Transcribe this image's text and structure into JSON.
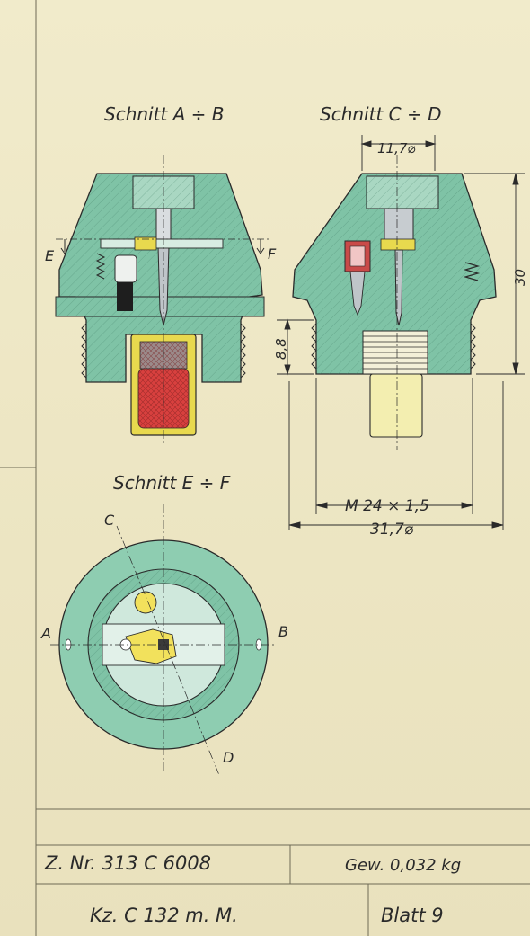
{
  "sections": {
    "ab": "Schnitt A ÷ B",
    "cd": "Schnitt C ÷ D",
    "ef": "Schnitt E ÷ F"
  },
  "markers": {
    "e": "E",
    "f": "F",
    "a": "A",
    "b": "B",
    "c": "C",
    "d": "D"
  },
  "dimensions": {
    "top_diameter": "11,7⌀",
    "height": "30",
    "thread_height": "8,8",
    "thread": "M 24 × 1,5",
    "base_diameter": "31,7⌀"
  },
  "title_block": {
    "drawing_number": "Z. Nr. 313 C 6008",
    "weight": "Gew. 0,032 kg",
    "designation": "Kz. C 132 m. M.",
    "sheet": "Blatt 9"
  },
  "colors": {
    "paper": "#efe9c9",
    "body_green": "#7fc3a6",
    "explosive_red": "#d8403e",
    "brass_yellow": "#e8d94e",
    "ink": "#2a2a2a"
  }
}
